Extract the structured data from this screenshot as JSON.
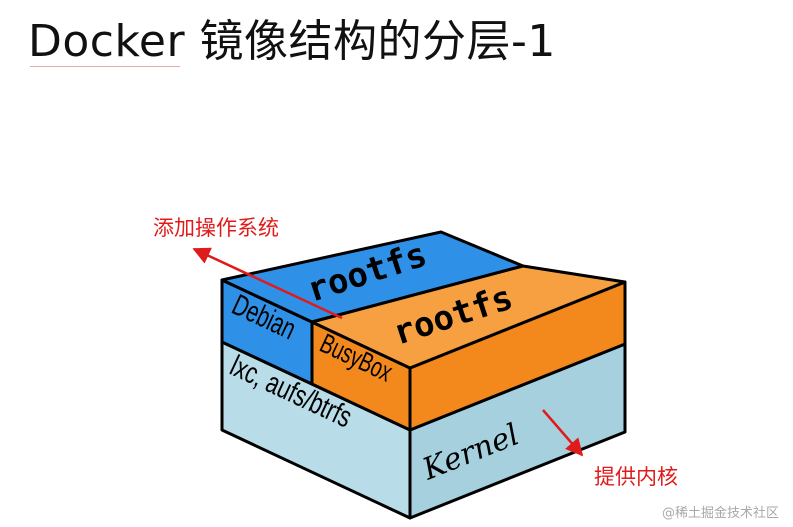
{
  "slide": {
    "title": "Docker 镜像结构的分层-1"
  },
  "diagram": {
    "layers": {
      "base_label": "lxc, aufs/btrfs",
      "kernel_label": "Kernel",
      "debian_label": "Debian",
      "busybox_label": "BusyBox",
      "rootfs_debian_label": "rootfs",
      "rootfs_busybox_label": "rootfs"
    },
    "callouts": {
      "add_os": "添加操作系统",
      "kernel": "提供内核"
    },
    "colors": {
      "blue": "#2e90e6",
      "orange": "#f3881c",
      "orange_top": "#f6a041",
      "light_blue": "#b9dde8",
      "arrow": "#e01b1b"
    }
  },
  "watermark": "@稀土掘金技术社区"
}
